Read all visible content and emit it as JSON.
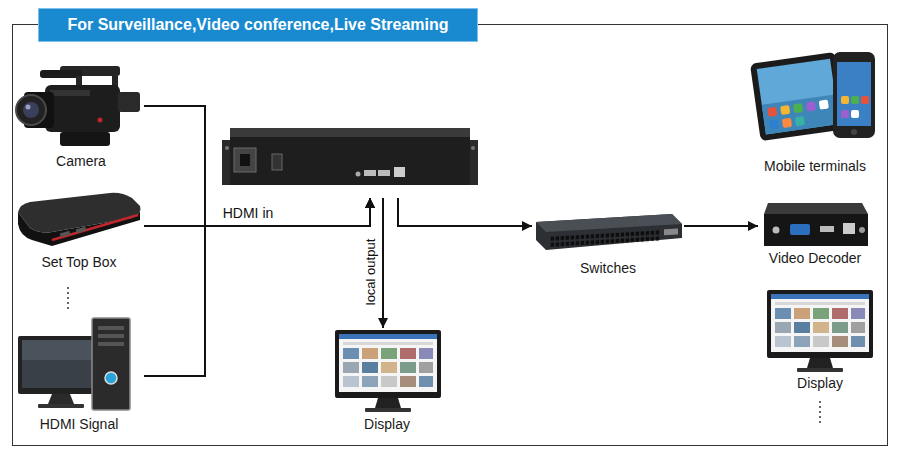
{
  "diagram": {
    "title": "For Surveillance,Video conference,Live Streaming",
    "nodes": [
      {
        "text": [
          "Camera"
        ]
      },
      {
        "text": [
          "Set Top Box"
        ]
      },
      {
        "text": [
          "HDMI Signal"
        ]
      },
      {
        "text": []
      },
      {
        "text": [
          "Display"
        ]
      },
      {
        "text": [
          "Switches"
        ]
      },
      {
        "text": [
          "Mobile terminals"
        ]
      },
      {
        "text": [
          "Video Decoder"
        ]
      },
      {
        "text": [
          "Display"
        ]
      }
    ],
    "edges": [
      {
        "from": 0,
        "to": 3,
        "arrow": "to"
      },
      {
        "from": 1,
        "to": 3,
        "label": "HDMI in",
        "arrow": "to"
      },
      {
        "from": 2,
        "to": 3,
        "arrow": "to"
      },
      {
        "from": 3,
        "to": 4,
        "label": "local output",
        "arrow": "to"
      },
      {
        "from": 3,
        "to": 5,
        "arrow": "to"
      },
      {
        "from": 5,
        "to": 7,
        "arrow": "to"
      }
    ]
  }
}
